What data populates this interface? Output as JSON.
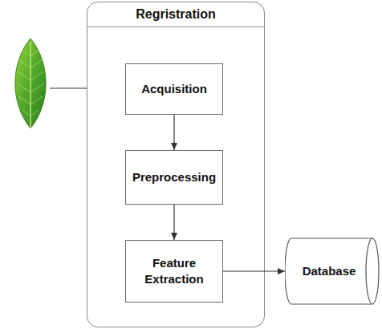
{
  "diagram": {
    "nodes": [
      {
        "text": [
          "Regristration"
        ]
      },
      {
        "text": [
          "Acquisition"
        ],
        "in": 0
      },
      {
        "text": [
          "Preprocessing"
        ],
        "in": 0
      },
      {
        "text": [
          "Feature Extraction"
        ],
        "in": 0
      },
      {
        "text": [
          "Database"
        ]
      }
    ],
    "edges": [
      {
        "from": 1,
        "to": 2,
        "arrow": "to"
      },
      {
        "from": 2,
        "to": 3,
        "arrow": "to"
      },
      {
        "from": 3,
        "to": 4,
        "arrow": "to"
      }
    ]
  }
}
